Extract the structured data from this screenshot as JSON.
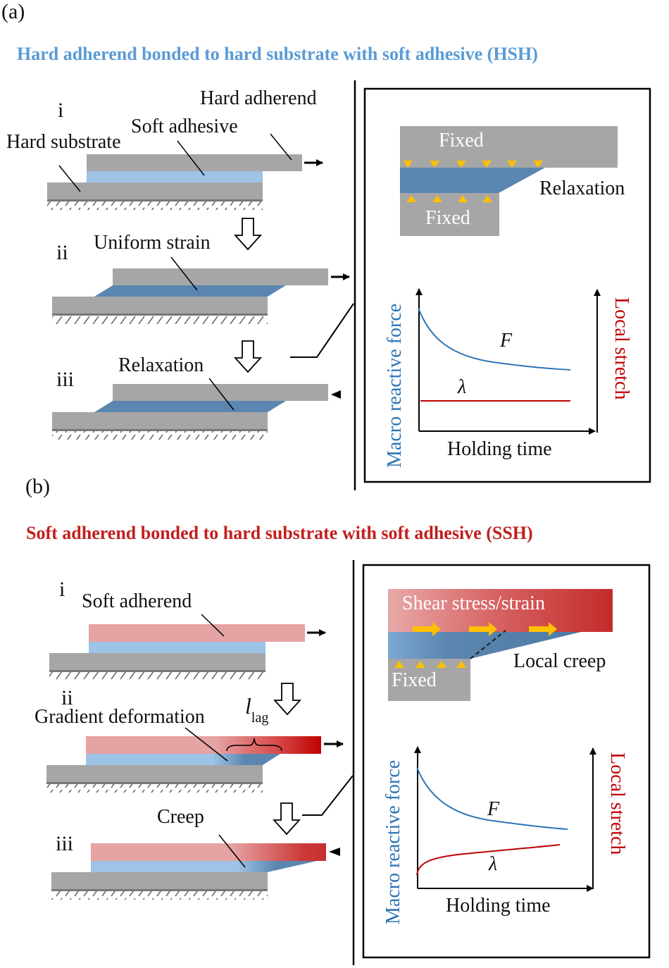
{
  "panel_a": {
    "label": "(a)",
    "title": "Hard adherend bonded to hard substrate with soft adhesive (HSH)",
    "title_color": "#5a9bd5",
    "steps": {
      "i": {
        "roman": "i",
        "labels": {
          "hard_adherend": "Hard adherend",
          "soft_adhesive": "Soft adhesive",
          "hard_substrate": "Hard substrate"
        }
      },
      "ii": {
        "roman": "ii",
        "label": "Uniform strain"
      },
      "iii": {
        "roman": "iii",
        "label": "Relaxation"
      }
    },
    "inset": {
      "fixed_top": "Fixed",
      "fixed_bottom": "Fixed",
      "state_label": "Relaxation"
    },
    "plot": {
      "y_left_label": "Macro reactive force",
      "y_right_label": "Local stretch",
      "x_label": "Holding time",
      "force_symbol": "F",
      "stretch_symbol": "λ"
    }
  },
  "panel_b": {
    "label": "(b)",
    "title": "Soft adherend bonded to hard substrate with soft adhesive (SSH)",
    "title_color": "#c0201f",
    "steps": {
      "i": {
        "roman": "i",
        "label": "Soft adherend"
      },
      "ii": {
        "roman": "ii",
        "label": "Gradient deformation",
        "lag_symbol": "l",
        "lag_subscript": "lag"
      },
      "iii": {
        "roman": "iii",
        "label": "Creep"
      }
    },
    "inset": {
      "shear_label": "Shear stress/strain",
      "fixed": "Fixed",
      "state_label": "Local creep"
    },
    "plot": {
      "y_left_label": "Macro reactive force",
      "y_right_label": "Local stretch",
      "x_label": "Holding time",
      "force_symbol": "F",
      "stretch_symbol": "λ"
    }
  },
  "colors": {
    "gray": "#a6a6a6",
    "adhesive_light": "#9dc3e6",
    "adhesive_dark": "#5b86b0",
    "soft_adherend": "#e6a3a3",
    "soft_adherend_dark": "#c00000",
    "force_curve": "#2e75b6",
    "stretch_curve": "#c00000",
    "support_triangle": "#ffc000"
  }
}
